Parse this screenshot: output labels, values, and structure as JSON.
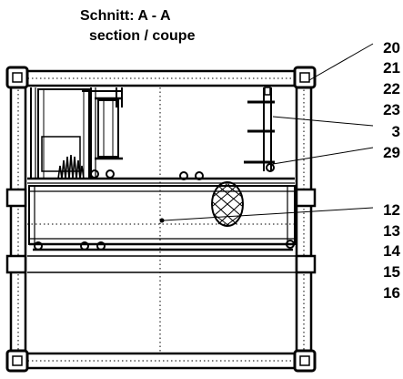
{
  "title": {
    "main": "Schnitt: A - A",
    "sub": "section / coupe"
  },
  "callouts": [
    "20",
    "21",
    "22",
    "23",
    "3",
    "29",
    "12",
    "13",
    "14",
    "15",
    "16"
  ]
}
